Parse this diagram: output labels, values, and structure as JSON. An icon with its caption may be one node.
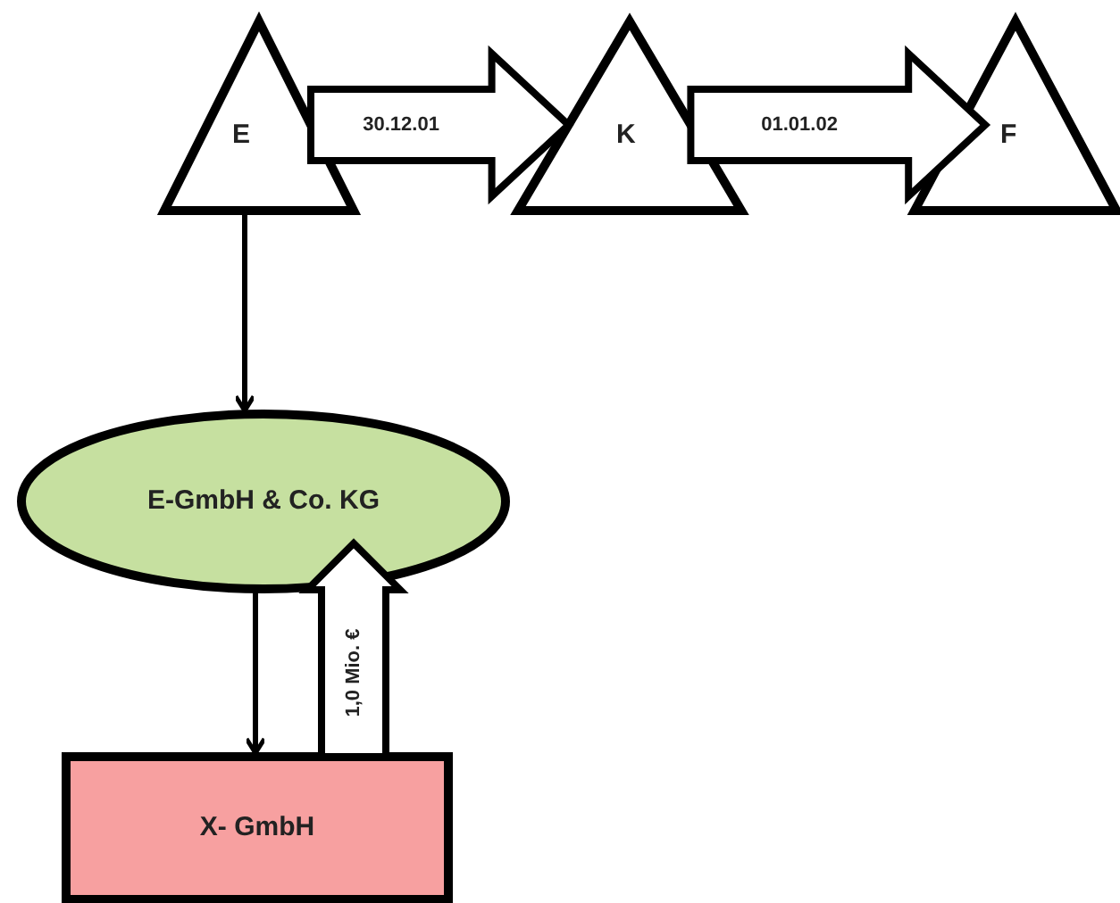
{
  "diagram": {
    "nodes": [
      {
        "text": [
          "E"
        ]
      },
      {
        "text": [
          "K"
        ]
      },
      {
        "text": [
          "F"
        ]
      },
      {
        "text": [
          "E-GmbH & Co. KG"
        ]
      },
      {
        "text": [
          "X- GmbH"
        ]
      }
    ],
    "edges": [
      {
        "from": 0,
        "to": 1,
        "arrow": "to",
        "label": "30.12.01",
        "style": "thick"
      },
      {
        "from": 1,
        "to": 2,
        "arrow": "to",
        "label": "01.01.02",
        "style": "thick"
      },
      {
        "from": 0,
        "to": 3,
        "arrow": "to"
      },
      {
        "from": 3,
        "to": 4,
        "arrow": "to"
      },
      {
        "from": 4,
        "to": 3,
        "arrow": "to",
        "label": "1,0 Mio. €",
        "style": "thick"
      }
    ]
  }
}
